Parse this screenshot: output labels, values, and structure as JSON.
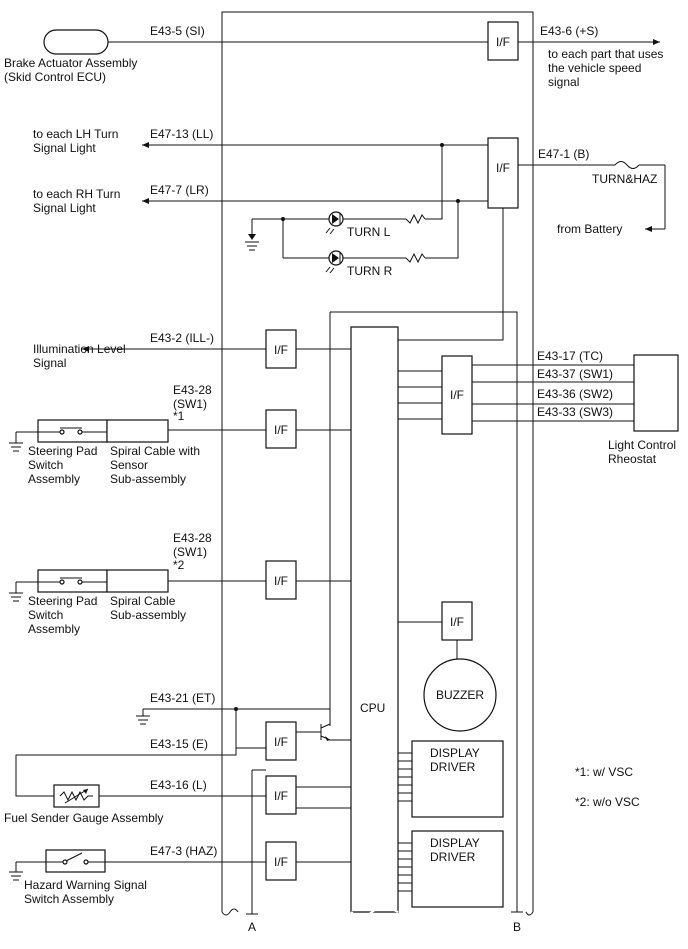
{
  "left_devices": {
    "brake_actuator": [
      "Brake Actuator Assembly",
      "(Skid Control ECU)"
    ],
    "lh_turn": [
      "to each LH Turn",
      "Signal Light"
    ],
    "rh_turn": [
      "to each RH Turn",
      "Signal Light"
    ],
    "illumination": [
      "Illumination Level",
      "Signal"
    ],
    "steering_pad_1": [
      "Steering Pad",
      "Switch",
      "Assembly"
    ],
    "spiral_cable_1": [
      "Spiral Cable with",
      "Sensor",
      "Sub-assembly"
    ],
    "steering_pad_2": [
      "Steering Pad",
      "Switch",
      "Assembly"
    ],
    "spiral_cable_2": [
      "Spiral Cable",
      "Sub-assembly"
    ],
    "fuel_sender": "Fuel Sender Gauge Assembly",
    "hazard_switch": [
      "Hazard Warning Signal",
      "Switch Assembly"
    ]
  },
  "right_devices": {
    "speed_signal": [
      "to each part that uses",
      "the vehicle speed",
      "signal"
    ],
    "fuse": "TURN&HAZ",
    "battery": "from Battery",
    "rheostat": [
      "Light Control",
      "Rheostat"
    ]
  },
  "pins": {
    "si": "E43-5 (SI)",
    "plus_s": "E43-6 (+S)",
    "ll": "E47-13 (LL)",
    "lr": "E47-7 (LR)",
    "b": "E47-1 (B)",
    "ill": "E43-2 (ILL-)",
    "sw1_a": [
      "E43-28",
      "(SW1)",
      "*1"
    ],
    "sw1_b": [
      "E43-28",
      "(SW1)",
      "*2"
    ],
    "tc": "E43-17 (TC)",
    "sw1_r": "E43-37 (SW1)",
    "sw2": "E43-36 (SW2)",
    "sw3": "E43-33 (SW3)",
    "et": "E43-21 (ET)",
    "e": "E43-15 (E)",
    "l": "E43-16 (L)",
    "haz": "E47-3 (HAZ)"
  },
  "internal": {
    "if_label": "I/F",
    "turn_l": "TURN L",
    "turn_r": "TURN R",
    "cpu": "CPU",
    "buzzer": "BUZZER",
    "display_driver": [
      "DISPLAY",
      "DRIVER"
    ]
  },
  "notes": {
    "note1": "*1: w/ VSC",
    "note2": "*2: w/o VSC"
  },
  "connectors": {
    "a": "A",
    "b": "B"
  }
}
